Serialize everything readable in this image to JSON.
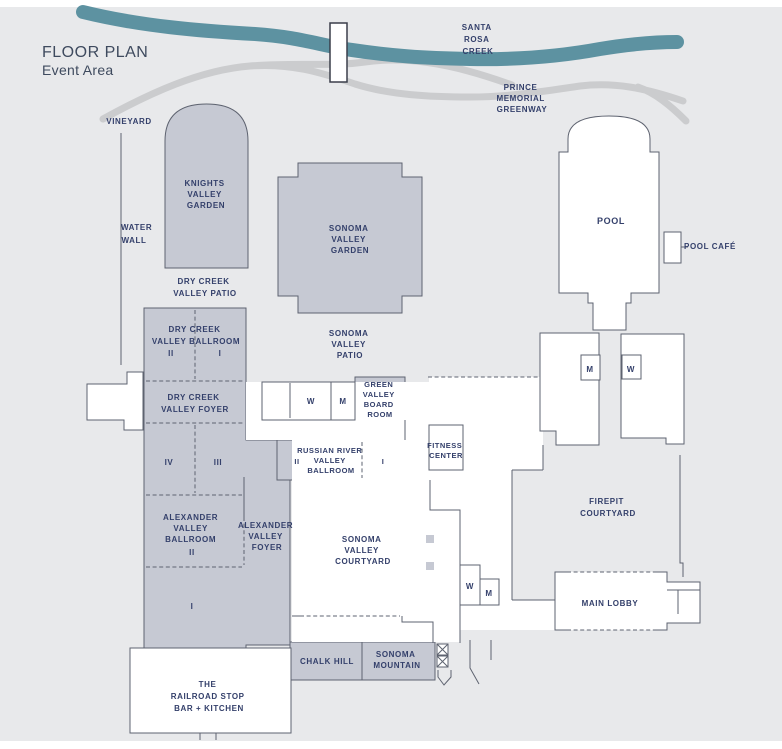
{
  "title": {
    "heading": "FLOOR PLAN",
    "subheading": "Event Area"
  },
  "colors": {
    "background": "#E8E9EB",
    "creek": "#5D92A1",
    "greenway": "#CBCCCE",
    "room_fill": "#C6C9D3",
    "wall": "#5E6370",
    "label_text": "#34406B"
  },
  "landmarks": {
    "santa_rosa_creek": {
      "lines": [
        "SANTA",
        "ROSA",
        "CREEK"
      ]
    },
    "prince_memorial_greenway": {
      "lines": [
        "PRINCE",
        "MEMORIAL",
        "GREENWAY"
      ]
    },
    "vineyard": {
      "label": "VINEYARD"
    },
    "water_wall": {
      "lines": [
        "WATER",
        "WALL"
      ]
    }
  },
  "outdoor_areas": {
    "knights_valley_garden": {
      "lines": [
        "KNIGHTS",
        "VALLEY",
        "GARDEN"
      ]
    },
    "sonoma_valley_garden": {
      "lines": [
        "SONOMA",
        "VALLEY",
        "GARDEN"
      ]
    },
    "dry_creek_valley_patio": {
      "lines": [
        "DRY CREEK",
        "VALLEY PATIO"
      ]
    },
    "sonoma_valley_patio": {
      "lines": [
        "SONOMA",
        "VALLEY",
        "PATIO"
      ]
    },
    "pool": {
      "label": "POOL"
    },
    "pool_cafe": {
      "label": "POOL CAFÉ"
    },
    "firepit_courtyard": {
      "lines": [
        "FIREPIT",
        "COURTYARD"
      ]
    },
    "sonoma_valley_courtyard": {
      "lines": [
        "SONOMA",
        "VALLEY",
        "COURTYARD"
      ]
    }
  },
  "rooms": {
    "dry_creek_valley_ballroom": {
      "lines": [
        "DRY CREEK",
        "VALLEY BALLROOM"
      ],
      "sections": [
        "II",
        "I"
      ],
      "sections_lower": [
        "IV",
        "III"
      ]
    },
    "dry_creek_valley_foyer": {
      "lines": [
        "DRY CREEK",
        "VALLEY FOYER"
      ]
    },
    "alexander_valley_ballroom": {
      "lines": [
        "ALEXANDER",
        "VALLEY",
        "BALLROOM"
      ],
      "section_upper": "II",
      "section_lower": "I"
    },
    "alexander_valley_foyer": {
      "lines": [
        "ALEXANDER",
        "VALLEY",
        "FOYER"
      ]
    },
    "green_valley_board_room": {
      "lines": [
        "GREEN",
        "VALLEY",
        "BOARD",
        "ROOM"
      ]
    },
    "russian_river_valley_ballroom": {
      "lines": [
        "RUSSIAN RIVER",
        "VALLEY",
        "BALLROOM"
      ],
      "sections": [
        "II",
        "I"
      ]
    },
    "fitness_center": {
      "lines": [
        "FITNESS",
        "CENTER"
      ]
    },
    "main_lobby": {
      "label": "MAIN LOBBY"
    },
    "chalk_hill": {
      "label": "CHALK HILL"
    },
    "sonoma_mountain": {
      "lines": [
        "SONOMA",
        "MOUNTAIN"
      ]
    },
    "railroad_stop": {
      "lines": [
        "THE",
        "RAILROAD STOP",
        "BAR + KITCHEN"
      ]
    }
  },
  "restrooms": {
    "north_women": "W",
    "north_men": "M",
    "east_men": "M",
    "east_women": "W",
    "courtyard_women": "W",
    "courtyard_men": "M"
  }
}
